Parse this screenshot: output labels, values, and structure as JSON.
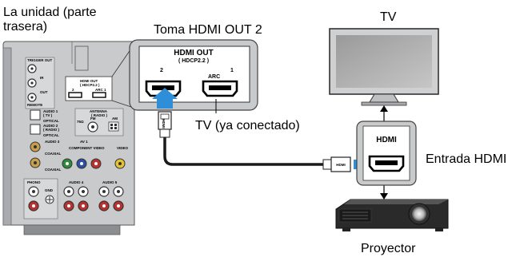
{
  "labels": {
    "unit": [
      "La unidad (parte",
      "trasera)"
    ],
    "hdmi_out_jack": "Toma HDMI OUT 2",
    "tv": "TV",
    "tv_connected": "TV (ya conectado)",
    "hdmi_in": "Entrada HDMI",
    "projector": "Proyector"
  },
  "zoom_panel": {
    "title": "HDMI OUT",
    "subtitle": "( HDCP2.2 )",
    "port_2": "2",
    "port_1": "1",
    "arc": "ARC"
  },
  "cable": {
    "plug_text": "HDMI"
  },
  "input_box": {
    "label": "HDMI"
  },
  "receiver_labels": {
    "trigger_out": "TRIGGER OUT",
    "ir_in": "IR",
    "remote_out": "OUT",
    "remote": "REMOTE",
    "hdmi_out_small": "HDMI OUT",
    "hdcp_small": "( HDCP2.2 )",
    "p2": "2",
    "p1": "1",
    "arc_small": "ARC",
    "antenna": "ANTENNA",
    "radio": "( RADIO )",
    "fm": "FM",
    "am": "AM",
    "ohm": "75Ω",
    "audio1": "AUDIO 1",
    "tv_small": "( TV )",
    "optical1": "OPTICAL",
    "audio2": "AUDIO 2",
    "radio2": "( RADIO )",
    "optical2": "OPTICAL",
    "audio3": "AUDIO 3",
    "coaxial1": "COAXIAL",
    "component": "COMPONENT VIDEO",
    "av1": "AV 1",
    "video": "VIDEO",
    "coaxial2": "COAXIAL",
    "phono": "PHONO",
    "gnd": "GND",
    "audio4": "AUDIO 4",
    "audio5": "AUDIO 5"
  },
  "colors": {
    "arrow": "#2e8fd8",
    "panel_gray": "#c9cacc",
    "panel_dark": "#8c8d90",
    "cable": "#1a1a1a"
  }
}
